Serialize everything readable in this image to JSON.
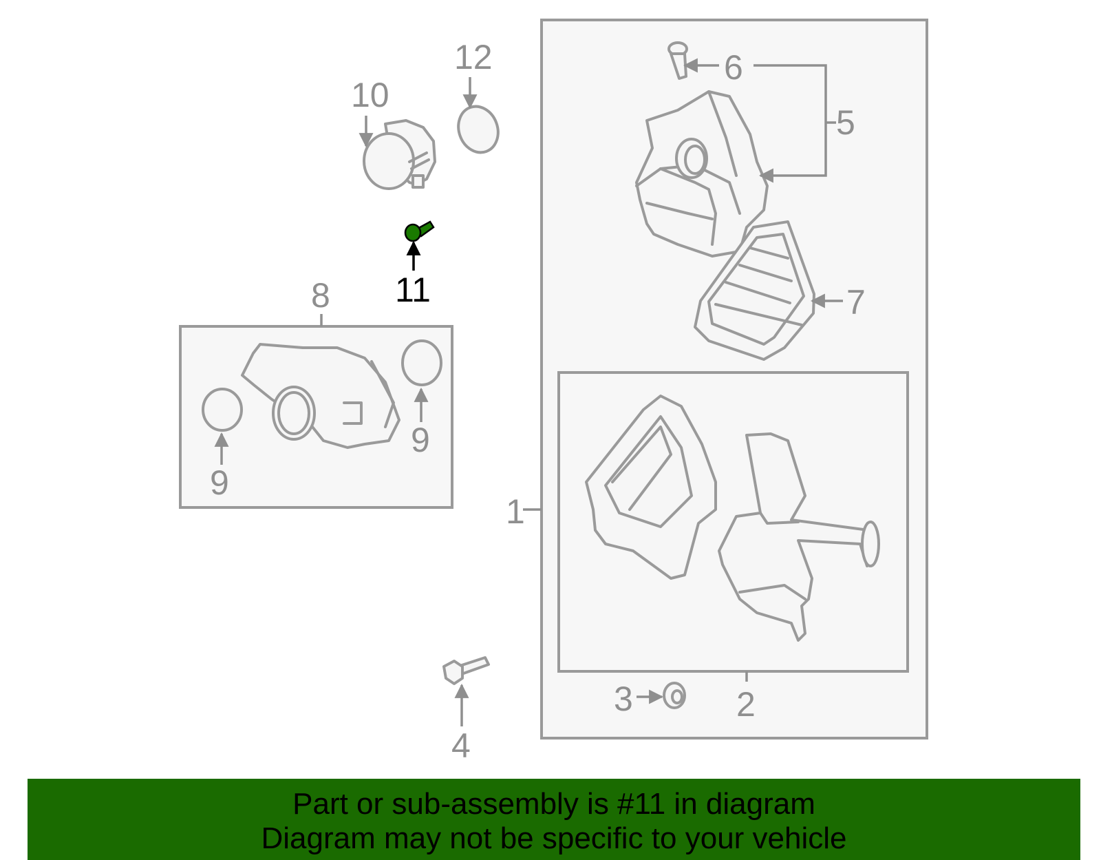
{
  "callouts": {
    "c1": "1",
    "c2": "2",
    "c3": "3",
    "c4": "4",
    "c5": "5",
    "c6": "6",
    "c7": "7",
    "c8": "8",
    "c9a": "9",
    "c9b": "9",
    "c10": "10",
    "c11": "11",
    "c12": "12"
  },
  "highlighted_part": "11",
  "colors": {
    "highlight": "#1a7a00",
    "banner": "#1a6b00",
    "line": "#9a9a9a",
    "box_fill": "#f7f7f7"
  },
  "banner": {
    "line1": "Part or sub-assembly is #11 in diagram",
    "line2": "Diagram may not be specific to your vehicle"
  }
}
